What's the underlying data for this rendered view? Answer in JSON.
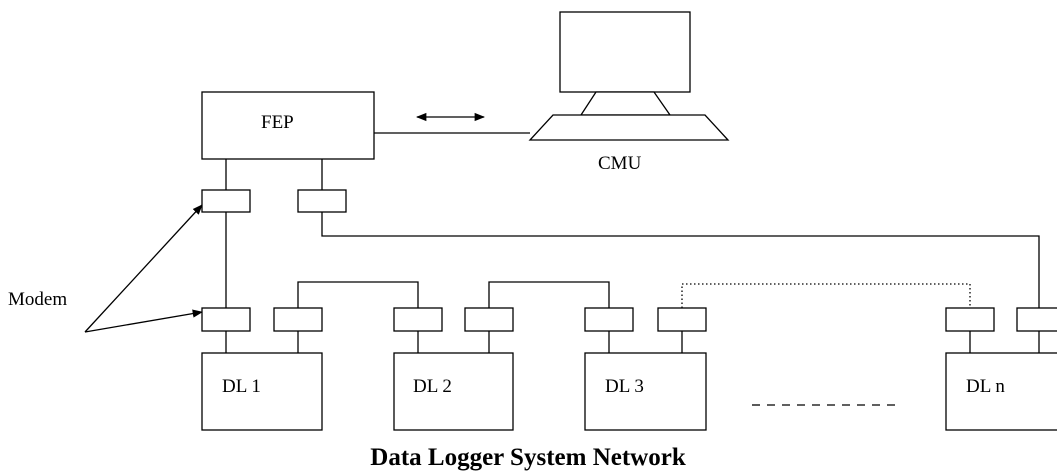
{
  "title": "Data Logger System Network",
  "nodes": {
    "fep": "FEP",
    "cmu": "CMU",
    "modem_label": "Modem",
    "data_loggers": [
      "DL 1",
      "DL 2",
      "DL 3",
      "DL n"
    ]
  }
}
